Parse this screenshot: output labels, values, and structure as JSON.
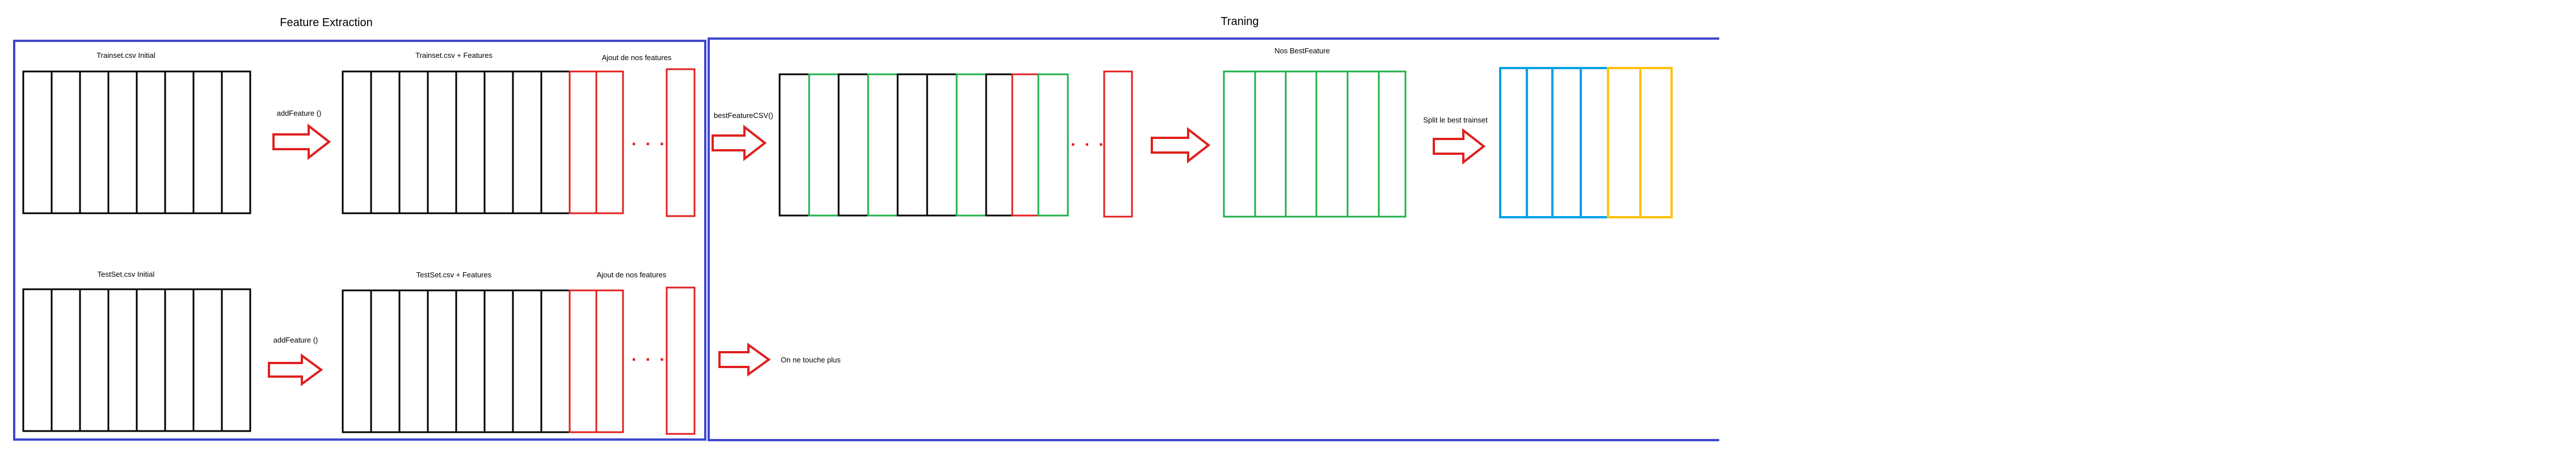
{
  "sections": {
    "feature_extraction": "Feature Extraction",
    "training": "Traning"
  },
  "labels": {
    "trainset_initial": "Trainset.csv Initial",
    "testset_initial": "TestSet.csv Initial",
    "trainset_features": "Trainset.csv   + Features",
    "testset_features": "TestSet.csv   + Features",
    "ajout_train": "Ajout de nos features",
    "ajout_test": "Ajout de nos features",
    "add_feature_train": "addFeature ()",
    "add_feature_test": "addFeature ()",
    "best_feature_fn": "bestFeatureCSV()",
    "nos_best_feature": "Nos BestFeature",
    "split_label": "Split le best trainset",
    "on_ne_touche_plus": "On ne touche plus",
    "ellipsis": ". . ."
  },
  "colors": {
    "frame_blue": "#3f48cc",
    "black": "#000000",
    "red": "#e0201f",
    "green": "#22b14c",
    "blue": "#00a2e8",
    "yellow": "#ffc20e"
  },
  "icons": [
    "arrow-right-icon"
  ]
}
